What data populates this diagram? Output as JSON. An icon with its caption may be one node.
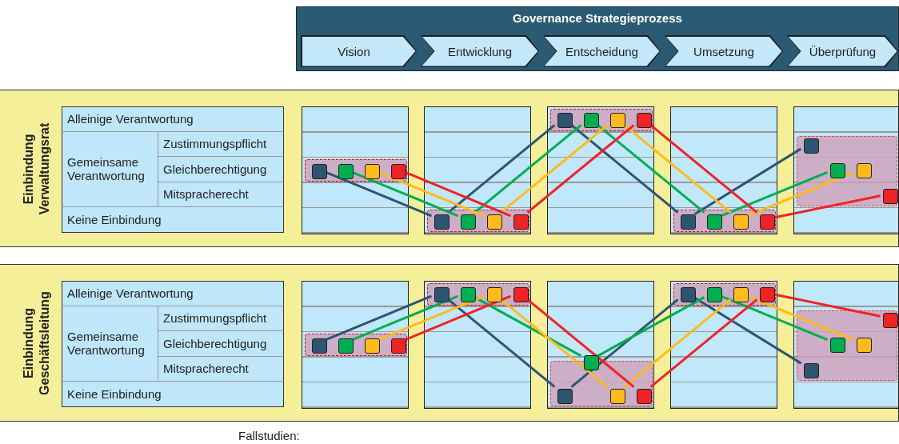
{
  "diagram": {
    "nodes": [
      {
        "text": [
          "Governance Strategieprozess"
        ]
      },
      {
        "text": [
          "Vision"
        ],
        "in": 0
      },
      {
        "text": [
          "Entwicklung"
        ],
        "in": 0
      },
      {
        "text": [
          "Entscheidung"
        ],
        "in": 0
      },
      {
        "text": [
          "Umsetzung"
        ],
        "in": 0
      },
      {
        "text": [
          "Überprüfung"
        ],
        "in": 0
      },
      {
        "text": [
          "Einbindung Verwaltungsrat"
        ]
      },
      {
        "text": [
          "Alleinige Verantwortung"
        ],
        "in": 6
      },
      {
        "text": [
          "Gemeinsame Verantwortung"
        ],
        "in": 6
      },
      {
        "text": [
          "Zustimmungspflicht"
        ],
        "in": 6
      },
      {
        "text": [
          "Gleichberechtigung"
        ],
        "in": 6
      },
      {
        "text": [
          "Mitspracherecht"
        ],
        "in": 6
      },
      {
        "text": [
          "Keine Einbindung"
        ],
        "in": 6
      },
      {
        "text": [],
        "shape": "box",
        "in": 6
      },
      {
        "text": [],
        "shape": "box",
        "in": 6
      },
      {
        "text": [],
        "shape": "box",
        "in": 6
      },
      {
        "text": [],
        "shape": "box",
        "in": 6
      },
      {
        "text": [],
        "shape": "box",
        "in": 6
      },
      {
        "text": [],
        "shape": "box",
        "in": 13
      },
      {
        "text": [],
        "shape": "box",
        "in": 18
      },
      {
        "text": [],
        "shape": "box",
        "in": 18
      },
      {
        "text": [],
        "shape": "box",
        "in": 18
      },
      {
        "text": [],
        "shape": "box",
        "in": 18
      },
      {
        "text": [],
        "shape": "box",
        "in": 14
      },
      {
        "text": [],
        "shape": "box",
        "in": 23
      },
      {
        "text": [],
        "shape": "box",
        "in": 23
      },
      {
        "text": [],
        "shape": "box",
        "in": 23
      },
      {
        "text": [],
        "shape": "box",
        "in": 23
      },
      {
        "text": [],
        "shape": "box",
        "in": 15
      },
      {
        "text": [],
        "shape": "box",
        "in": 28
      },
      {
        "text": [],
        "shape": "box",
        "in": 28
      },
      {
        "text": [],
        "shape": "box",
        "in": 28
      },
      {
        "text": [],
        "shape": "box",
        "in": 28
      },
      {
        "text": [],
        "shape": "box",
        "in": 16
      },
      {
        "text": [],
        "shape": "box",
        "in": 33
      },
      {
        "text": [],
        "shape": "box",
        "in": 33
      },
      {
        "text": [],
        "shape": "box",
        "in": 33
      },
      {
        "text": [],
        "shape": "box",
        "in": 33
      },
      {
        "text": [],
        "shape": "box",
        "in": 17
      },
      {
        "text": [],
        "shape": "box",
        "in": 38
      },
      {
        "text": [],
        "shape": "box",
        "in": 38
      },
      {
        "text": [],
        "shape": "box",
        "in": 38
      },
      {
        "text": [],
        "shape": "box",
        "in": 38
      },
      {
        "text": [
          "Einbindung Geschäftsleitung"
        ]
      },
      {
        "text": [
          "Alleinige Verantwortung"
        ],
        "in": 43
      },
      {
        "text": [
          "Gemeinsame Verantwortung"
        ],
        "in": 43
      },
      {
        "text": [
          "Zustimmungspflicht"
        ],
        "in": 43
      },
      {
        "text": [
          "Gleichberechtigung"
        ],
        "in": 43
      },
      {
        "text": [
          "Mitspracherecht"
        ],
        "in": 43
      },
      {
        "text": [
          "Keine Einbindung"
        ],
        "in": 43
      },
      {
        "text": [],
        "shape": "box",
        "in": 43
      },
      {
        "text": [],
        "shape": "box",
        "in": 43
      },
      {
        "text": [],
        "shape": "box",
        "in": 43
      },
      {
        "text": [],
        "shape": "box",
        "in": 43
      },
      {
        "text": [],
        "shape": "box",
        "in": 43
      },
      {
        "text": [],
        "shape": "box",
        "in": 50
      },
      {
        "text": [],
        "shape": "box",
        "in": 55
      },
      {
        "text": [],
        "shape": "box",
        "in": 55
      },
      {
        "text": [],
        "shape": "box",
        "in": 55
      },
      {
        "text": [],
        "shape": "box",
        "in": 55
      },
      {
        "text": [],
        "shape": "box",
        "in": 51
      },
      {
        "text": [],
        "shape": "box",
        "in": 60
      },
      {
        "text": [],
        "shape": "box",
        "in": 60
      },
      {
        "text": [],
        "shape": "box",
        "in": 60
      },
      {
        "text": [],
        "shape": "box",
        "in": 60
      },
      {
        "text": [],
        "shape": "box",
        "in": 52
      },
      {
        "text": [],
        "shape": "box",
        "in": 65
      },
      {
        "text": [],
        "shape": "box",
        "in": 65
      },
      {
        "text": [],
        "shape": "box",
        "in": 65
      },
      {
        "text": [],
        "shape": "box",
        "in": 65
      },
      {
        "text": [],
        "shape": "box",
        "in": 53
      },
      {
        "text": [],
        "shape": "box",
        "in": 70
      },
      {
        "text": [],
        "shape": "box",
        "in": 70
      },
      {
        "text": [],
        "shape": "box",
        "in": 70
      },
      {
        "text": [],
        "shape": "box",
        "in": 70
      },
      {
        "text": [],
        "shape": "box",
        "in": 54
      },
      {
        "text": [],
        "shape": "box",
        "in": 75
      },
      {
        "text": [],
        "shape": "box",
        "in": 75
      },
      {
        "text": [],
        "shape": "box",
        "in": 75
      },
      {
        "text": [],
        "shape": "box",
        "in": 75
      }
    ],
    "edges": [
      {
        "from": 19,
        "to": 24,
        "arrow": "none",
        "color": "#2e5570"
      },
      {
        "from": 24,
        "to": 29,
        "arrow": "none",
        "color": "#2e5570"
      },
      {
        "from": 29,
        "to": 34,
        "arrow": "none",
        "color": "#2e5570"
      },
      {
        "from": 34,
        "to": 39,
        "arrow": "none",
        "color": "#2e5570"
      },
      {
        "from": 20,
        "to": 25,
        "arrow": "none",
        "color": "#00ae50"
      },
      {
        "from": 25,
        "to": 30,
        "arrow": "none",
        "color": "#00ae50"
      },
      {
        "from": 30,
        "to": 35,
        "arrow": "none",
        "color": "#00ae50"
      },
      {
        "from": 35,
        "to": 40,
        "arrow": "none",
        "color": "#00ae50"
      },
      {
        "from": 21,
        "to": 26,
        "arrow": "none",
        "color": "#ffbb1c"
      },
      {
        "from": 26,
        "to": 31,
        "arrow": "none",
        "color": "#ffbb1c"
      },
      {
        "from": 31,
        "to": 36,
        "arrow": "none",
        "color": "#ffbb1c"
      },
      {
        "from": 36,
        "to": 41,
        "arrow": "none",
        "color": "#ffbb1c"
      },
      {
        "from": 22,
        "to": 27,
        "arrow": "none",
        "color": "#ee2326"
      },
      {
        "from": 27,
        "to": 32,
        "arrow": "none",
        "color": "#ee2326"
      },
      {
        "from": 32,
        "to": 37,
        "arrow": "none",
        "color": "#ee2326"
      },
      {
        "from": 37,
        "to": 42,
        "arrow": "none",
        "color": "#ee2326"
      },
      {
        "from": 56,
        "to": 61,
        "arrow": "none",
        "color": "#2e5570"
      },
      {
        "from": 61,
        "to": 66,
        "arrow": "none",
        "color": "#2e5570"
      },
      {
        "from": 66,
        "to": 71,
        "arrow": "none",
        "color": "#2e5570"
      },
      {
        "from": 71,
        "to": 76,
        "arrow": "none",
        "color": "#2e5570"
      },
      {
        "from": 57,
        "to": 62,
        "arrow": "none",
        "color": "#00ae50"
      },
      {
        "from": 62,
        "to": 67,
        "arrow": "none",
        "color": "#00ae50"
      },
      {
        "from": 67,
        "to": 72,
        "arrow": "none",
        "color": "#00ae50"
      },
      {
        "from": 72,
        "to": 77,
        "arrow": "none",
        "color": "#00ae50"
      },
      {
        "from": 58,
        "to": 63,
        "arrow": "none",
        "color": "#ffbb1c"
      },
      {
        "from": 63,
        "to": 68,
        "arrow": "none",
        "color": "#ffbb1c"
      },
      {
        "from": 68,
        "to": 73,
        "arrow": "none",
        "color": "#ffbb1c"
      },
      {
        "from": 73,
        "to": 78,
        "arrow": "none",
        "color": "#ffbb1c"
      },
      {
        "from": 59,
        "to": 64,
        "arrow": "none",
        "color": "#ee2326"
      },
      {
        "from": 64,
        "to": 69,
        "arrow": "none",
        "color": "#ee2326"
      },
      {
        "from": 69,
        "to": 74,
        "arrow": "none",
        "color": "#ee2326"
      },
      {
        "from": 74,
        "to": 79,
        "arrow": "none",
        "color": "#ee2326"
      }
    ],
    "labels": [
      "Fallstudien:"
    ]
  }
}
